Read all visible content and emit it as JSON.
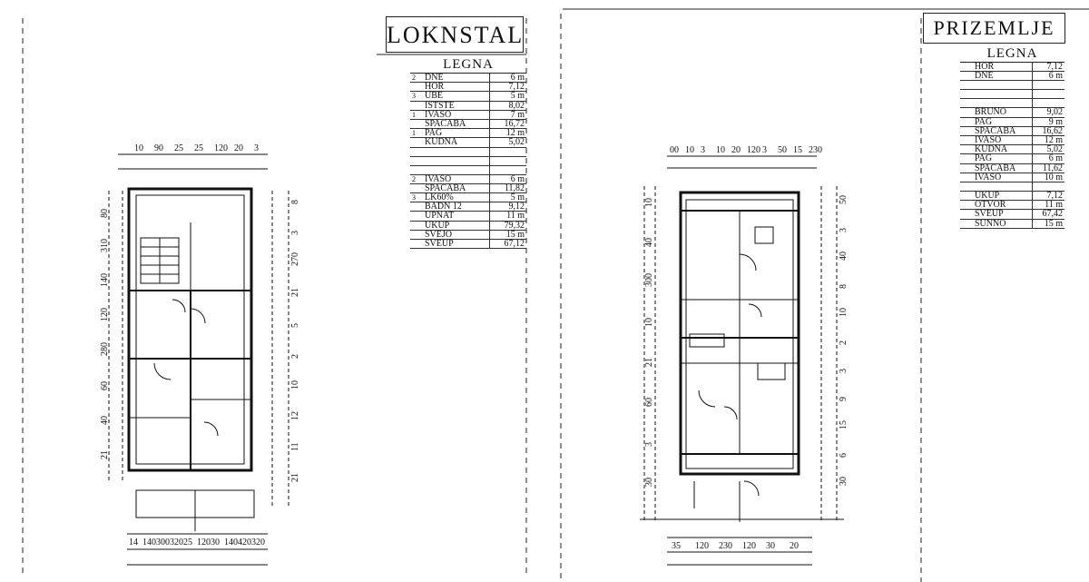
{
  "sheets": [
    {
      "title": "LOKNSTALO",
      "legend": {
        "heading": "LEGNA",
        "rows": [
          {
            "n": "2",
            "label": "DNE",
            "value": "6 m"
          },
          {
            "n": "",
            "label": "HOR",
            "value": "7,12"
          },
          {
            "n": "3",
            "label": "UBE",
            "value": "5 m"
          },
          {
            "n": "",
            "label": "ISTSTE",
            "value": "8,02"
          },
          {
            "n": "1",
            "label": "IVASO",
            "value": "7 m"
          },
          {
            "n": "",
            "label": "SPACABA",
            "value": "16,72"
          },
          {
            "n": "1",
            "label": "PAG",
            "value": "12 m"
          },
          {
            "n": "",
            "label": "KUDNA",
            "value": "5,02"
          },
          {
            "n": "",
            "label": "",
            "value": ""
          },
          {
            "n": "",
            "label": "",
            "value": ""
          },
          {
            "n": "",
            "label": "",
            "value": ""
          },
          {
            "n": "2",
            "label": "IVASO",
            "value": "6 m"
          },
          {
            "n": "",
            "label": "SPACABA",
            "value": "11,82"
          },
          {
            "n": "3",
            "label": "LK60%",
            "value": "5 m"
          },
          {
            "n": "",
            "label": "BADN 12",
            "value": "9,12"
          },
          {
            "n": "",
            "label": "UPNAT",
            "value": "11 m"
          },
          {
            "n": "",
            "label": "UKUP",
            "value": "79,32"
          },
          {
            "n": "",
            "label": "SVEJO",
            "value": "15 m"
          },
          {
            "n": "",
            "label": "SVEUP",
            "value": "67,12"
          }
        ]
      },
      "dims_top": [
        "10",
        "90",
        "25",
        "25",
        "120",
        "20",
        "3"
      ],
      "dims_bottom": [
        "14",
        "140",
        "300",
        "320",
        "25",
        "120",
        "30",
        "140",
        "420",
        "320"
      ],
      "dims_left": [
        "80",
        "310",
        "140",
        "120",
        "280",
        "60",
        "40",
        "21"
      ],
      "dims_right": [
        "8",
        "3",
        "270",
        "21",
        "5",
        "2",
        "10",
        "12",
        "11",
        "21"
      ]
    },
    {
      "title": "PRIZEMLJE",
      "legend": {
        "heading": "LEGNA",
        "rows": [
          {
            "n": "",
            "label": "HOR",
            "value": "7,12"
          },
          {
            "n": "",
            "label": "DNE",
            "value": "6 m"
          },
          {
            "n": "",
            "label": "",
            "value": ""
          },
          {
            "n": "",
            "label": "",
            "value": ""
          },
          {
            "n": "",
            "label": "",
            "value": ""
          },
          {
            "n": "",
            "label": "BRUNO",
            "value": "9,02"
          },
          {
            "n": "",
            "label": "PAG",
            "value": "9 m"
          },
          {
            "n": "",
            "label": "SPACABA",
            "value": "16,62"
          },
          {
            "n": "",
            "label": "IVASO",
            "value": "12 m"
          },
          {
            "n": "",
            "label": "KUDNA",
            "value": "5,02"
          },
          {
            "n": "",
            "label": "PAG",
            "value": "6 m"
          },
          {
            "n": "",
            "label": "SPACABA",
            "value": "11,62"
          },
          {
            "n": "",
            "label": "IVASO",
            "value": "10 m"
          },
          {
            "n": "",
            "label": "",
            "value": ""
          },
          {
            "n": "",
            "label": "UKUP",
            "value": "7,12"
          },
          {
            "n": "",
            "label": "OTVOR",
            "value": "11 m"
          },
          {
            "n": "",
            "label": "SVEUP",
            "value": "67,42"
          },
          {
            "n": "",
            "label": "SUNNO",
            "value": "15 m"
          }
        ]
      },
      "dims_top": [
        "00",
        "10",
        "3",
        "10",
        "20",
        "120",
        "3",
        "50",
        "15",
        "230"
      ],
      "dims_bottom": [
        "35",
        "120",
        "230",
        "120",
        "30",
        "20"
      ],
      "dims_left": [
        "10",
        "40",
        "300",
        "10",
        "21",
        "60",
        "3",
        "30"
      ],
      "dims_right": [
        "50",
        "3",
        "40",
        "8",
        "10",
        "2",
        "3",
        "9",
        "15",
        "6",
        "30"
      ]
    }
  ]
}
